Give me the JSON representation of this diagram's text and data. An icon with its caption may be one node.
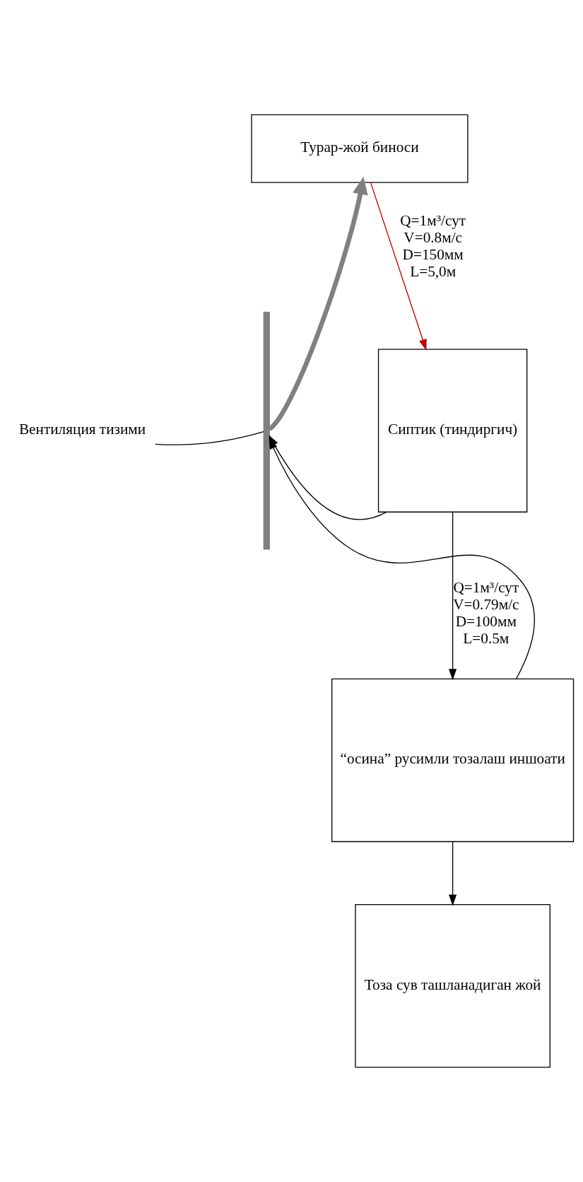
{
  "diagram": {
    "nodes": [
      {
        "text": [
          "Турар-жой биноси"
        ]
      },
      {
        "text": [
          "Сиптик (тиндиргич)"
        ]
      },
      {
        "text": [
          "“осина” русимли тозалаш иншоати"
        ]
      },
      {
        "text": [
          "Тоза сув ташланадиган жой"
        ]
      },
      {
        "text": [
          "Вентиляция тизими"
        ]
      },
      {
        "text": [],
        "shape": "bar"
      }
    ],
    "edges": [
      {
        "from": 0,
        "to": 1,
        "arrow": "to",
        "color": "#c00000",
        "label": "Q=1м³/сут V=0.8м/с D=150мм L=5,0м"
      },
      {
        "from": 1,
        "to": 2,
        "arrow": "to",
        "label": "Q=1м³/сут V=0.79м/с D=100мм L=0.5м"
      },
      {
        "from": 2,
        "to": 3,
        "arrow": "to"
      },
      {
        "from": 1,
        "to": 5,
        "arrow": "to"
      },
      {
        "from": 2,
        "to": 5,
        "arrow": "to"
      },
      {
        "from": 5,
        "to": 0,
        "arrow": "to",
        "style": "thick",
        "color": "#808080"
      },
      {
        "from": 4,
        "to": 5,
        "arrow": "none"
      }
    ]
  }
}
